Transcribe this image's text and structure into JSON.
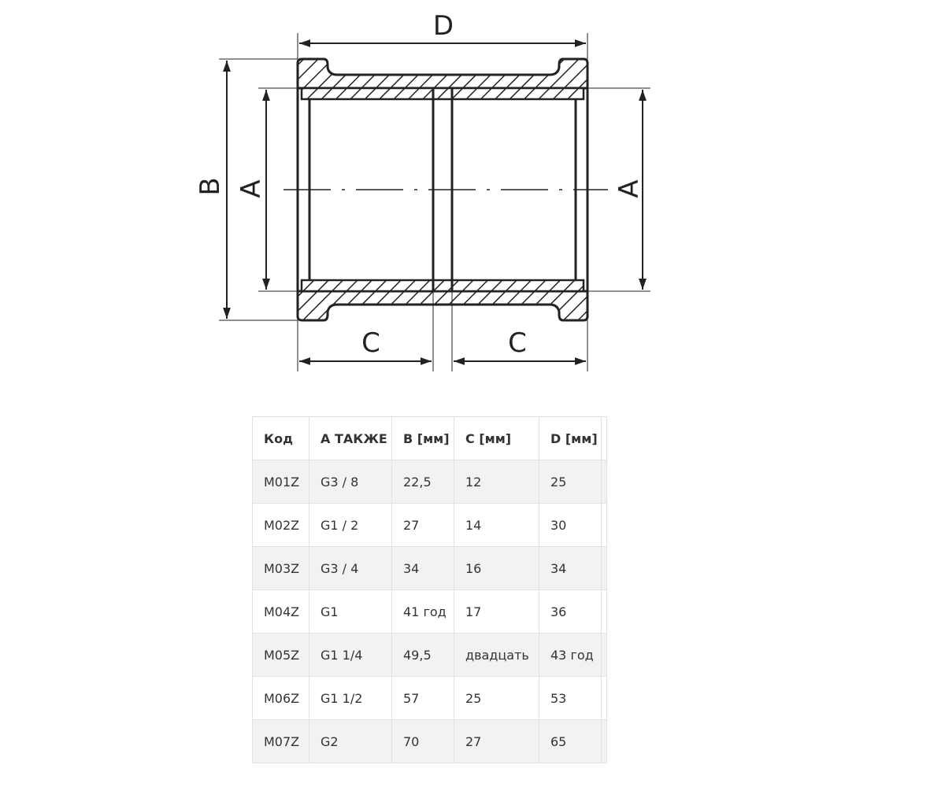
{
  "drawing": {
    "labels": {
      "d": "D",
      "b": "B",
      "a_left": "A",
      "a_right": "A",
      "c_left": "C",
      "c_right": "C"
    },
    "colors": {
      "line": "#222222",
      "hatch": "#222222"
    }
  },
  "table": {
    "headers": [
      "Код",
      "A ТАКЖЕ",
      "B [мм]",
      "C [мм]",
      "D [мм]"
    ],
    "rows": [
      [
        "M01Z",
        "G3 / 8",
        "22,5",
        "12",
        "25"
      ],
      [
        "M02Z",
        "G1 / 2",
        "27",
        "14",
        "30"
      ],
      [
        "M03Z",
        "G3 / 4",
        "34",
        "16",
        "34"
      ],
      [
        "M04Z",
        "G1",
        "41 год",
        "17",
        "36"
      ],
      [
        "M05Z",
        "G1 1/4",
        "49,5",
        "двадцать",
        "43 год"
      ],
      [
        "M06Z",
        "G1 1/2",
        "57",
        "25",
        "53"
      ],
      [
        "M07Z",
        "G2",
        "70",
        "27",
        "65"
      ]
    ],
    "colors": {
      "stripe": "#f2f2f2",
      "border": "#e2e2e2",
      "text": "#333333"
    }
  }
}
